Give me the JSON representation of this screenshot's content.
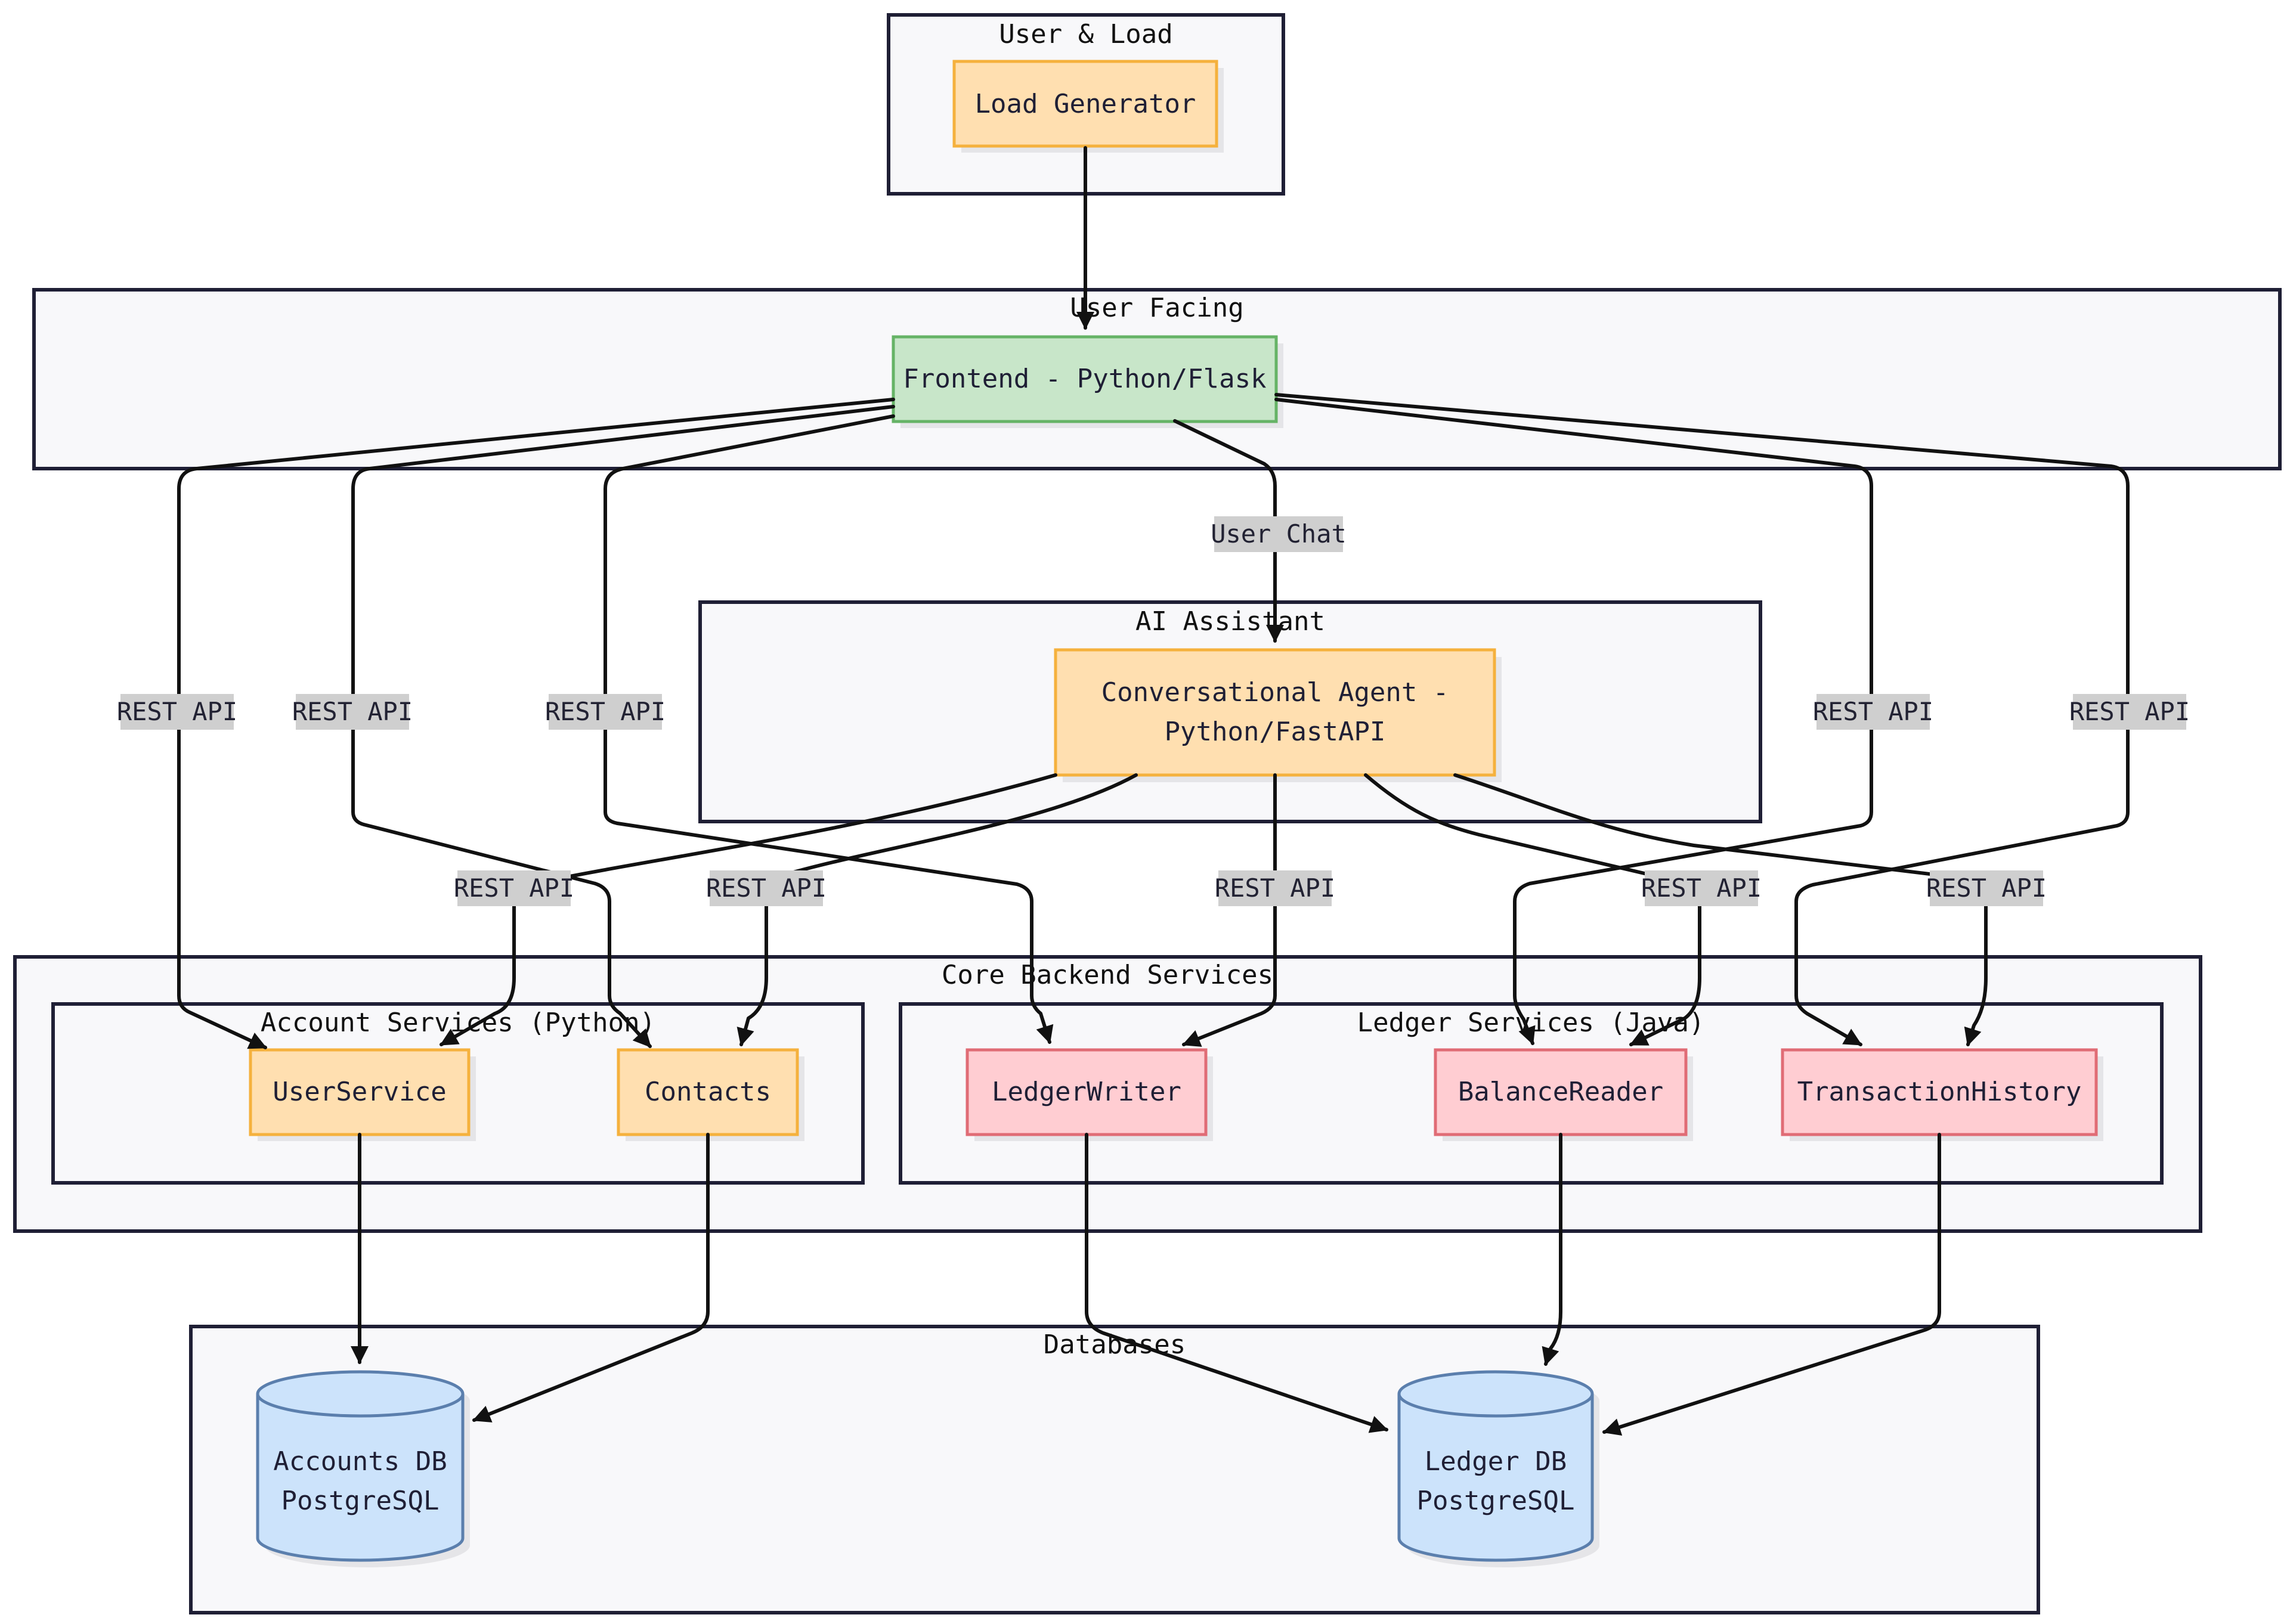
{
  "colors": {
    "group_fill": "#f8f8fa",
    "group_stroke": "#1f1f35",
    "orange_fill": "#ffdfb0",
    "orange_stroke": "#f5b13d",
    "green_fill": "#c8e6c9",
    "green_stroke": "#66b366",
    "pink_fill": "#ffcdd2",
    "pink_stroke": "#e06c75",
    "db_fill": "#cce3fb",
    "db_stroke": "#5b7fad",
    "edge": "#111111",
    "label_bg": "#cfcfcf"
  },
  "groups": {
    "user_load": "User & Load",
    "user_facing": "User Facing",
    "ai_assistant": "AI Assistant",
    "core_backend": "Core Backend Services",
    "account_services": "Account Services (Python)",
    "ledger_services": "Ledger Services (Java)",
    "databases": "Databases"
  },
  "nodes": {
    "load_generator": [
      "Load Generator"
    ],
    "frontend": [
      "Frontend - Python/Flask"
    ],
    "agent": [
      "Conversational Agent -",
      "Python/FastAPI"
    ],
    "userservice": [
      "UserService"
    ],
    "contacts": [
      "Contacts"
    ],
    "ledgerwriter": [
      "LedgerWriter"
    ],
    "balancereader": [
      "BalanceReader"
    ],
    "transactionhistory": [
      "TransactionHistory"
    ],
    "accounts_db": [
      "Accounts DB",
      "PostgreSQL"
    ],
    "ledger_db": [
      "Ledger DB",
      "PostgreSQL"
    ]
  },
  "edge_labels": {
    "user_chat": "User Chat",
    "rest_api": "REST API"
  }
}
